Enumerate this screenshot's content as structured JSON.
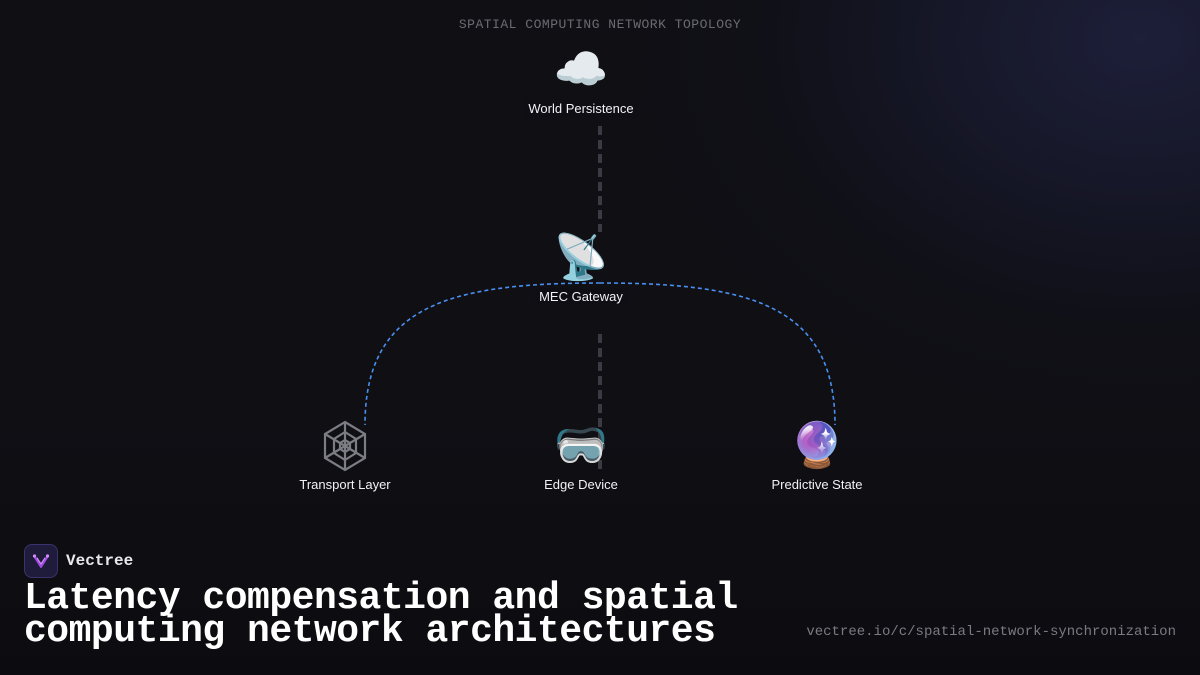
{
  "diagram": {
    "title": "SPATIAL COMPUTING NETWORK TOPOLOGY",
    "nodes": {
      "world": {
        "icon": "☁️",
        "icon_name": "cloud-icon",
        "label": "World Persistence"
      },
      "mec": {
        "icon": "📡",
        "icon_name": "satellite-antenna-icon",
        "label": "MEC Gateway"
      },
      "transport": {
        "icon": "🕸",
        "icon_name": "spider-web-icon",
        "label": "Transport Layer"
      },
      "edge": {
        "icon": "🥽",
        "icon_name": "goggles-icon",
        "label": "Edge Device"
      },
      "predict": {
        "icon": "🔮",
        "icon_name": "crystal-ball-icon",
        "label": "Predictive State"
      }
    },
    "links": [
      {
        "from": "world",
        "to": "mec",
        "style": "dashed",
        "color": "#3a3a42"
      },
      {
        "from": "mec",
        "to": "edge",
        "style": "dashed",
        "color": "#3a3a42"
      },
      {
        "from": "mec",
        "to": "transport",
        "style": "dotted-curve",
        "color": "#4a8ff0"
      },
      {
        "from": "mec",
        "to": "predict",
        "style": "dotted-curve",
        "color": "#4a8ff0"
      }
    ]
  },
  "brand": {
    "name": "Vectree",
    "logo_icon": "vectree-logo-icon"
  },
  "headline": "Latency compensation and spatial computing network architectures",
  "url": "vectree.io/c/spatial-network-synchronization",
  "colors": {
    "background": "#0f0f14",
    "accent_link": "#4a8ff0",
    "brand_purple": "#a04ae0"
  }
}
